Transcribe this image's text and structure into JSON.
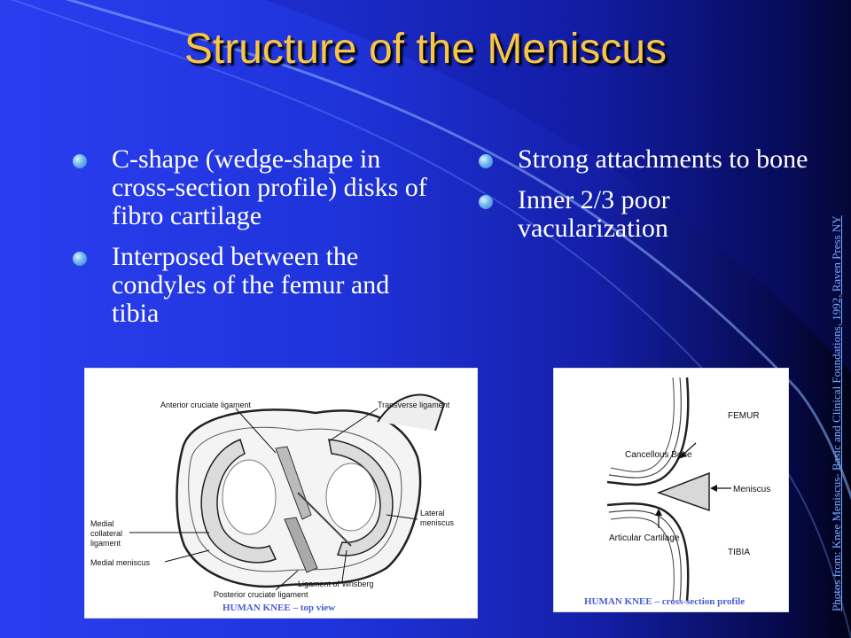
{
  "slide": {
    "title": "Structure of the Meniscus",
    "left_bullets": [
      "C-shape (wedge-shape in cross-section profile) disks of fibro cartilage",
      "Interposed between the condyles of the femur and tibia"
    ],
    "right_bullets": [
      "Strong attachments to bone",
      "Inner 2/3 poor vacularization"
    ],
    "credit": "Photos from: Knee Meniscus- Basic and Clinical Foundations, 1992, Raven Press NY",
    "colors": {
      "title": "#f7c646",
      "background": "#1f33da",
      "bullet": "#6fb6ee",
      "caption": "#4a5cd0"
    }
  },
  "top_view": {
    "caption": "HUMAN KNEE – top view",
    "labels": {
      "acl": "Anterior cruciate ligament",
      "transverse": "Transverse ligament",
      "medial_collateral": [
        "Medial",
        "collateral",
        "ligament"
      ],
      "lateral_meniscus": [
        "Lateral",
        "meniscus"
      ],
      "medial_meniscus": "Medial meniscus",
      "pcl": "Posterior cruciate ligament",
      "wrisberg": "Ligament of Wrisberg"
    }
  },
  "cross_view": {
    "caption": "HUMAN KNEE –  cross-section profile",
    "labels": {
      "femur": "FEMUR",
      "cancellous": "Cancellous Bone",
      "meniscus": "Meniscus",
      "articular": "Articular Cartilage",
      "tibia": "TIBIA"
    }
  }
}
